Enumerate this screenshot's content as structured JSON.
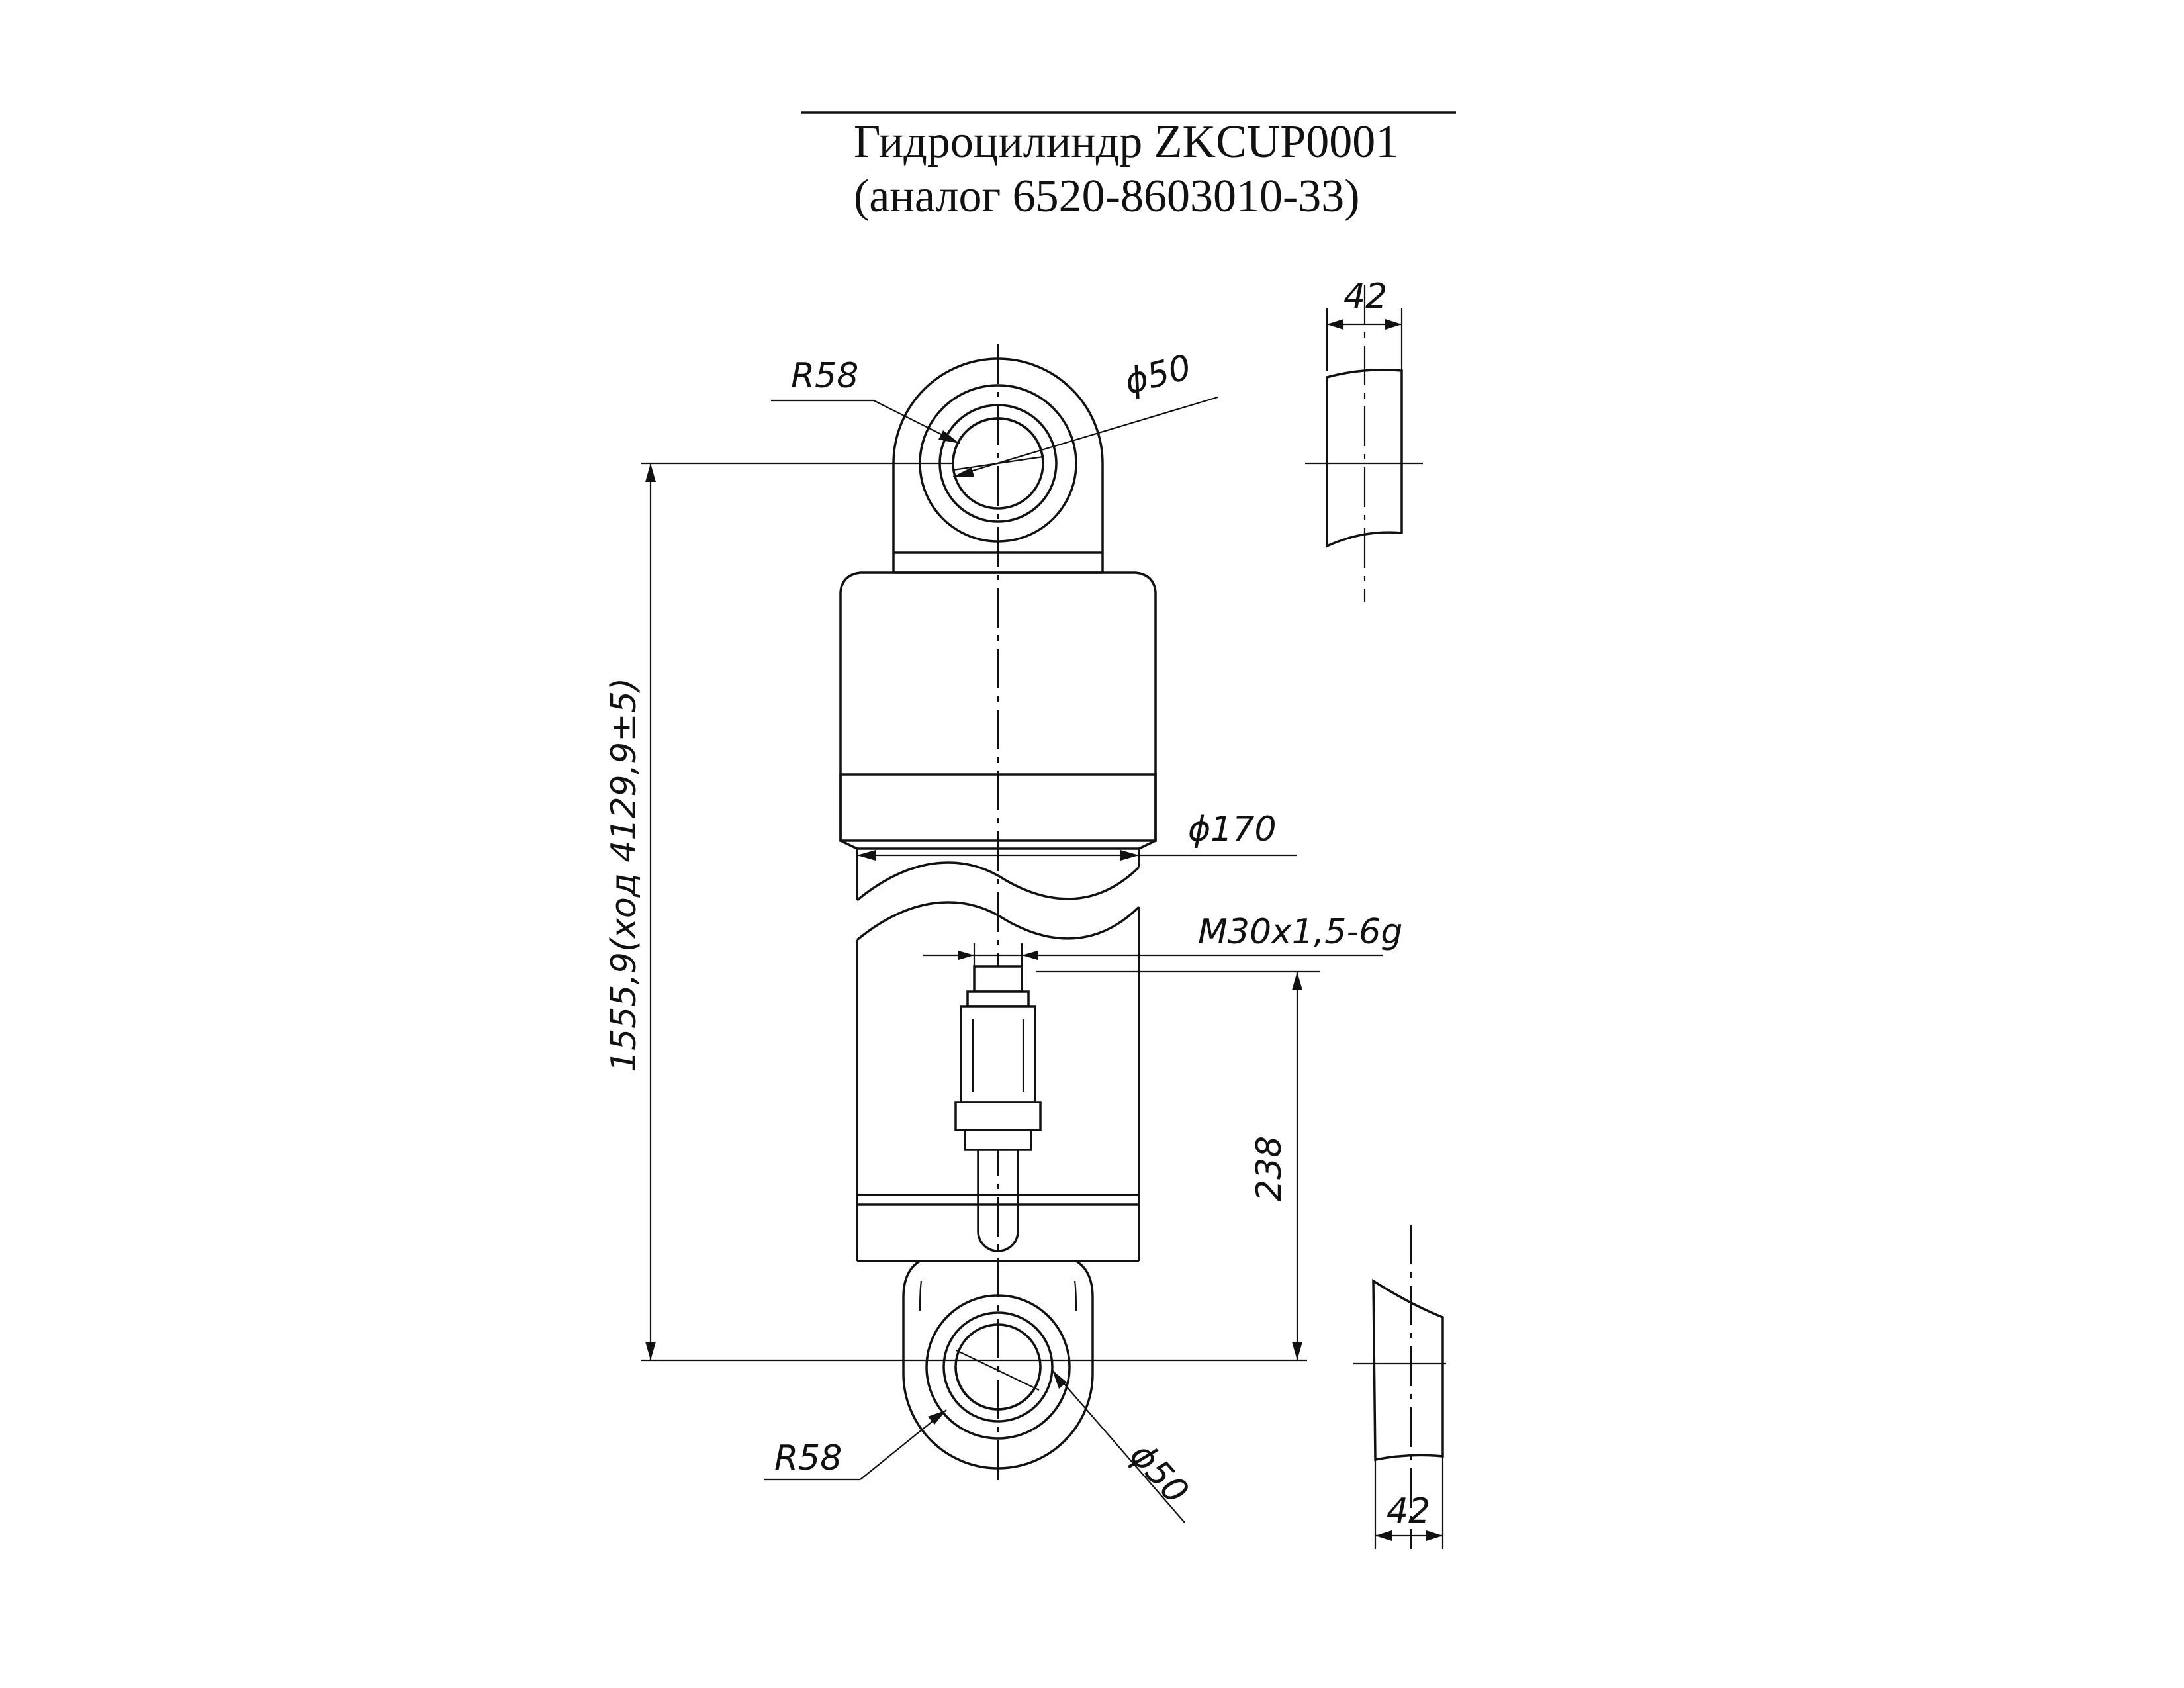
{
  "title": {
    "line1": "Гидроцилиндр ZKCUP0001",
    "line2": "(аналог 6520-8603010-33)"
  },
  "dimensions": {
    "top_eye_width": "42",
    "bottom_eye_width": "42",
    "top_radius": "R58",
    "top_bore": "ϕ50",
    "bottom_radius": "R58",
    "bottom_bore": "ϕ50",
    "body_diameter": "ϕ170",
    "port_thread": "M30x1,5-6g",
    "port_height": "238",
    "overall_length": "1555,9(ход 4129,9±5)"
  }
}
